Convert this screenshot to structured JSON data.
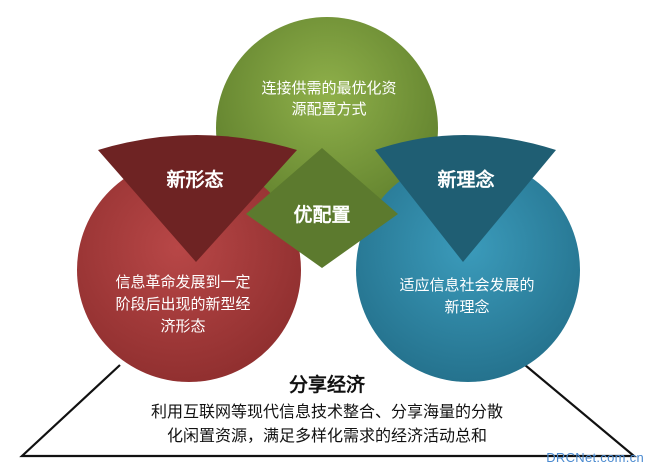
{
  "diagram": {
    "top_circle": {
      "text_line1": "连接供需的最优化资",
      "text_line2": "源配置方式",
      "color": "#6f8f36"
    },
    "left_circle": {
      "label": "新形态",
      "text_line1": "信息革命发展到一定",
      "text_line2": "阶段后出现的新型经",
      "text_line3": "济形态",
      "color": "#a23b3b",
      "wedge_color": "#6e2323"
    },
    "right_circle": {
      "label": "新理念",
      "text_line1": "适应信息社会发展的",
      "text_line2": "新理念",
      "color": "#2e86a3",
      "wedge_color": "#1f5e73"
    },
    "center": {
      "label": "优配置",
      "color": "#5c7a2e"
    },
    "bottom": {
      "title": "分享经济",
      "line1": "利用互联网等现代信息技术整合、分享海量的分散",
      "line2": "化闲置资源，满足多样化需求的经济活动总和"
    }
  },
  "watermark": "DRCNet.com.cn"
}
